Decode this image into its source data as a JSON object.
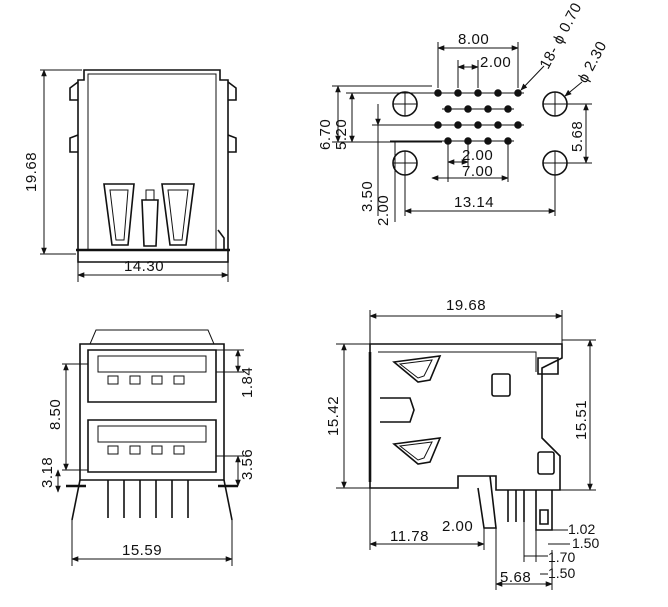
{
  "top_left_view": {
    "height_label": "19.68",
    "width_label": "14.30"
  },
  "pcb_layout_view": {
    "pitch_total_label": "8.00",
    "pitch_label": "2.00",
    "pin_holes_label": "18- ϕ 0.70",
    "mount_hole_label": "ϕ 2.30",
    "row_span_label": "6.70",
    "row_offset_label": "5.20",
    "mount_vertical_label": "5.68",
    "inner_pitch_label": "2.00",
    "inner_span_label": "7.00",
    "mount_offset_label": "3.50",
    "row_pitch_label": "2.00",
    "mount_span_label": "13.14"
  },
  "front_view": {
    "port_height_label": "8.50",
    "offset_label": "3.18",
    "upper_gap_label": "1.84",
    "lower_label": "3.56",
    "width_label": "15.59"
  },
  "side_view": {
    "length_label": "19.68",
    "height_label": "15.42",
    "total_height_label": "15.51",
    "depth_label": "11.78",
    "pin_offset_label": "2.00",
    "pin_a_label": "1.02",
    "pin_b_label": "1.50",
    "pin_c_label": "1.70",
    "pin_d_label": "1.50",
    "pin_span_label": "5.68"
  }
}
